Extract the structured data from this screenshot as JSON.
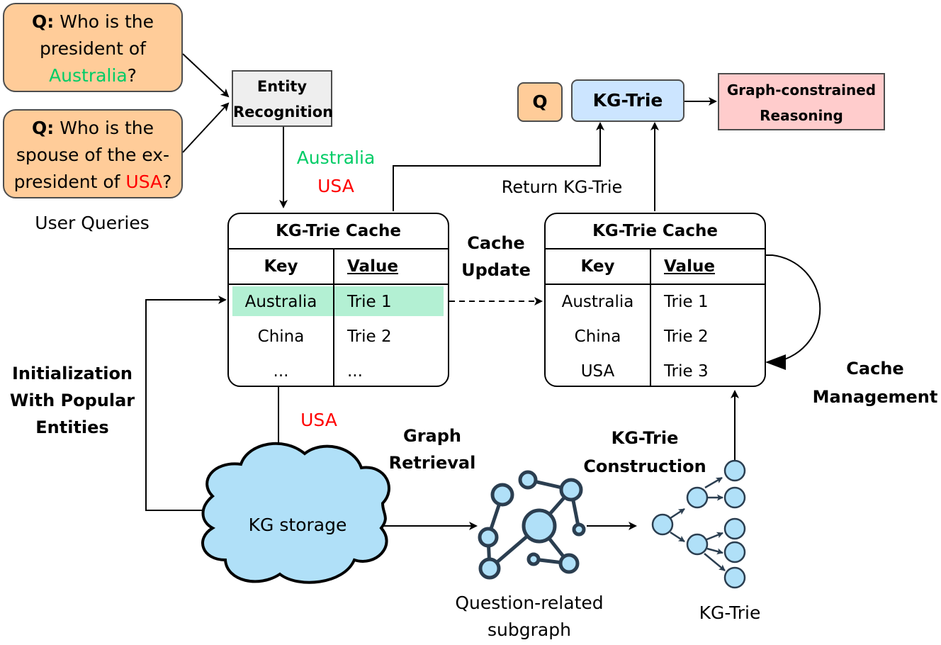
{
  "user_queries": {
    "label": "User Queries",
    "queries": [
      {
        "prefix": "Q:",
        "line1": "Who is the",
        "line2": "president of",
        "line3_entity": "Australia",
        "line3_suffix": "?",
        "entity_color": "#00cc66"
      },
      {
        "prefix": "Q:",
        "line1": "Who is the",
        "line2": "spouse of the ex-",
        "line3_prefix": "president of ",
        "line3_entity": "USA",
        "line3_suffix": "?",
        "entity_color": "#ff0000"
      }
    ]
  },
  "entity_recognition": {
    "line1": "Entity",
    "line2": "Recognition"
  },
  "recognized_entities": [
    {
      "text": "Australia",
      "color": "#00cc66"
    },
    {
      "text": "USA",
      "color": "#ff0000"
    }
  ],
  "cache_left": {
    "title": "KG-Trie Cache",
    "key_header": "Key",
    "value_header": "Value",
    "rows": [
      {
        "key": "Australia",
        "value": "Trie 1",
        "highlighted": true
      },
      {
        "key": "China",
        "value": "Trie 2",
        "highlighted": false
      },
      {
        "key": "...",
        "value": "...",
        "highlighted": false
      }
    ],
    "highlight_color": "#b3f0d3"
  },
  "cache_right": {
    "title": "KG-Trie Cache",
    "key_header": "Key",
    "value_header": "Value",
    "rows": [
      {
        "key": "Australia",
        "value": "Trie 1"
      },
      {
        "key": "China",
        "value": "Trie 2"
      },
      {
        "key": "USA",
        "value": "Trie 3"
      }
    ]
  },
  "cache_update_label": {
    "line1": "Cache",
    "line2": "Update"
  },
  "return_label": "Return KG-Trie",
  "top_row": {
    "q_label": "Q",
    "kgtrie_label": "KG-Trie",
    "reasoning": {
      "line1": "Graph-constrained",
      "line2": "Reasoning"
    }
  },
  "cache_management": {
    "line1": "Cache",
    "line2": "Management"
  },
  "initialization": {
    "line1": "Initialization",
    "line2": "With Popular",
    "line3": "Entities"
  },
  "miss_entity": {
    "text": "USA",
    "color": "#ff0000"
  },
  "kg_storage": "KG storage",
  "graph_retrieval": {
    "line1": "Graph",
    "line2": "Retrieval"
  },
  "kgtrie_construction": {
    "line1": "KG-Trie",
    "line2": "Construction"
  },
  "subgraph_label": {
    "line1": "Question-related",
    "line2": "subgraph"
  },
  "kgtrie_label": "KG-Trie",
  "colors": {
    "query_fill": "#ffcc99",
    "kgtrie_fill": "#cce5ff",
    "reasoning_fill": "#ffcccc",
    "er_fill": "#eeeeee",
    "node_fill": "#b0e0f8",
    "node_stroke": "#2b3e50",
    "cloud_fill": "#b0e0f8"
  }
}
